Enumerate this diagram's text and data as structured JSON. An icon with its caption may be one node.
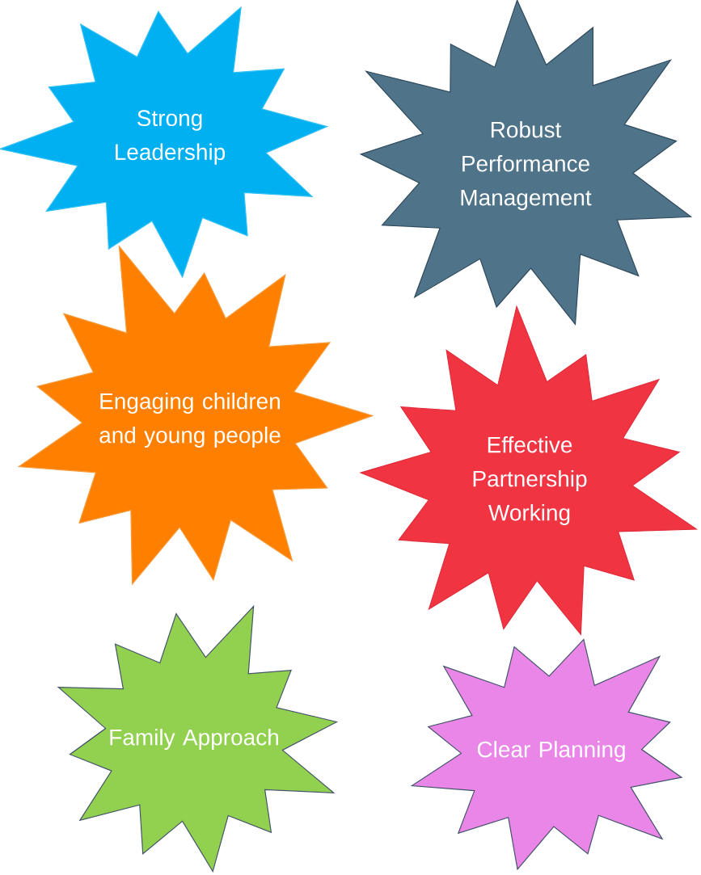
{
  "diagram": {
    "nodes": [
      {
        "text": [
          "Strong Leadership"
        ]
      },
      {
        "text": [
          "Robust Performance Management"
        ]
      },
      {
        "text": [
          "Engaging children and young people"
        ]
      },
      {
        "text": [
          "Effective Partnership Working"
        ]
      },
      {
        "text": [
          "Family Approach"
        ]
      },
      {
        "text": [
          "Clear Planning"
        ]
      }
    ]
  }
}
